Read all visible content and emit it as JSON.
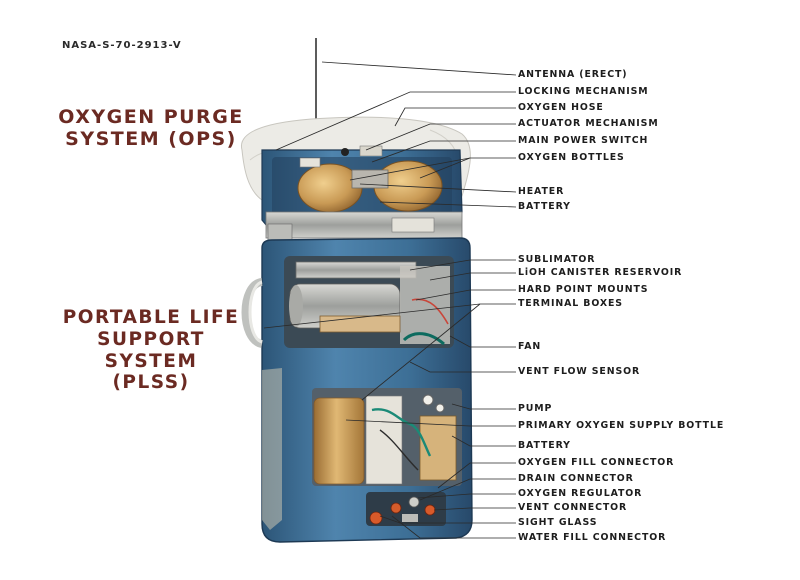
{
  "document": {
    "id_code": "NASA-S-70-2913-V"
  },
  "titles": {
    "ops": [
      "OXYGEN PURGE",
      "SYSTEM (OPS)"
    ],
    "plss": [
      "PORTABLE LIFE",
      "SUPPORT",
      "SYSTEM",
      "(PLSS)"
    ]
  },
  "callouts": [
    "ANTENNA (ERECT)",
    "LOCKING MECHANISM",
    "OXYGEN HOSE",
    "ACTUATOR MECHANISM",
    "MAIN POWER SWITCH",
    "OXYGEN BOTTLES",
    "HEATER",
    "BATTERY",
    "SUBLIMATOR",
    "LiOH CANISTER RESERVOIR",
    "HARD POINT MOUNTS",
    "TERMINAL BOXES",
    "FAN",
    "VENT FLOW SENSOR",
    "PUMP",
    "PRIMARY OXYGEN SUPPLY BOTTLE",
    "BATTERY",
    "OXYGEN FILL CONNECTOR",
    "DRAIN CONNECTOR",
    "OXYGEN REGULATOR",
    "VENT CONNECTOR",
    "SIGHT GLASS",
    "WATER FILL CONNECTOR"
  ],
  "colors": {
    "title": "#6b2a22",
    "shell_blue": "#3f6f96",
    "tank_gold": "#c99a55",
    "insulation": "#ecebe6"
  }
}
